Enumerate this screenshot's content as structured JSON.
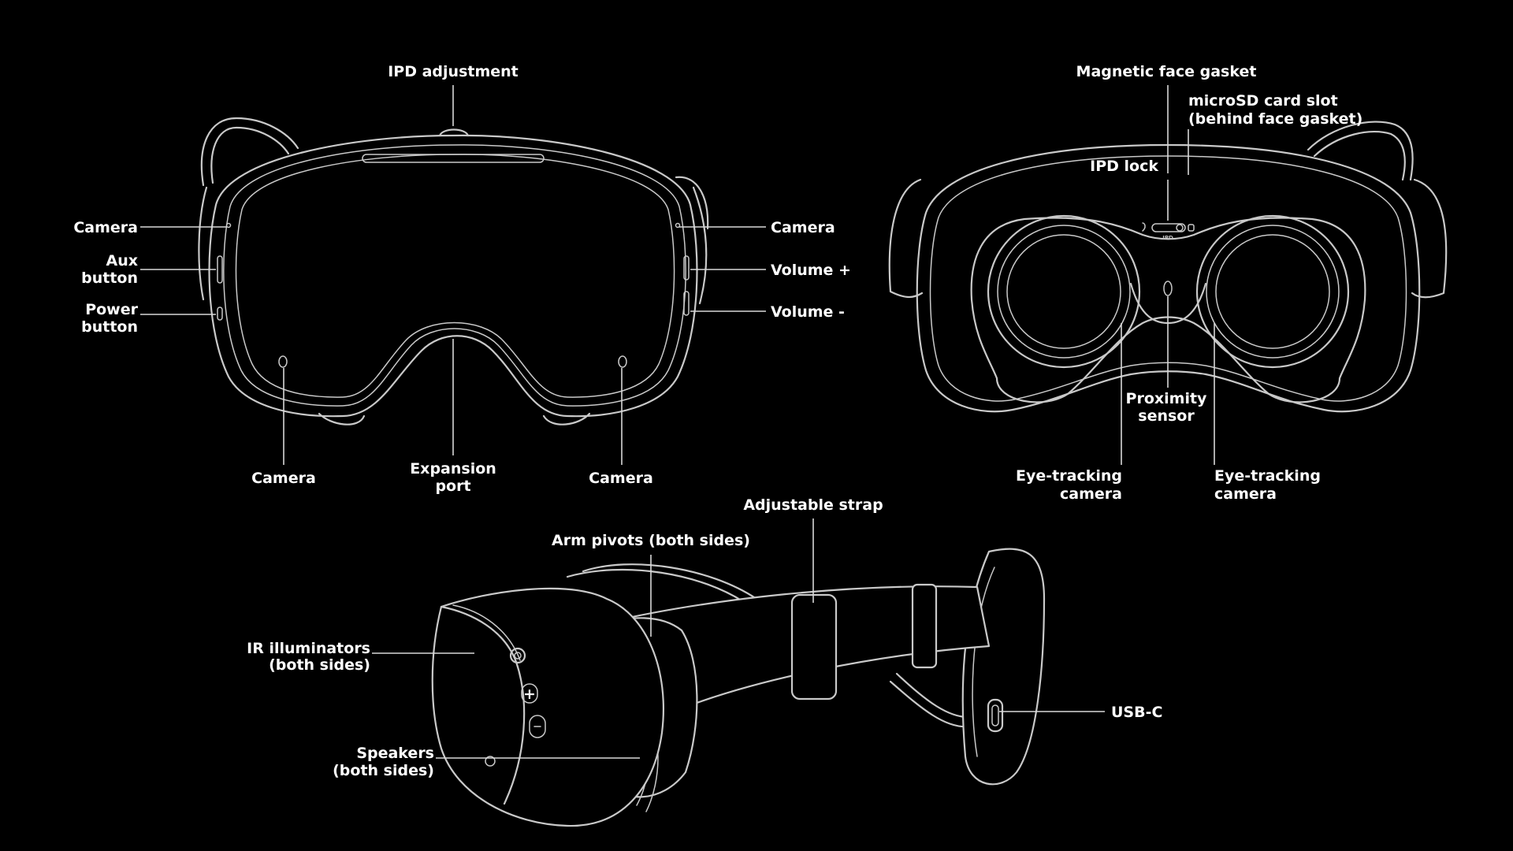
{
  "background_color": "#000000",
  "line_color": "#c9c9c9",
  "label_color": "#ffffff",
  "front_view": {
    "ipd_adjustment": "IPD adjustment",
    "camera_left": "Camera",
    "aux_button": [
      "Aux",
      "button"
    ],
    "power_button": [
      "Power",
      "button"
    ],
    "camera_right": "Camera",
    "volume_up": "Volume +",
    "volume_down": "Volume -",
    "camera_bottom_left": "Camera",
    "expansion_port": [
      "Expansion",
      "port"
    ],
    "camera_bottom_right": "Camera"
  },
  "rear_view": {
    "magnetic_face_gasket": "Magnetic face gasket",
    "microsd_slot": [
      "microSD card slot",
      "(behind face gasket)"
    ],
    "ipd_lock": "IPD lock",
    "ipd_switch_text": "IPD",
    "proximity_sensor": [
      "Proximity",
      "sensor"
    ],
    "eye_tracking_left": [
      "Eye-tracking",
      "camera"
    ],
    "eye_tracking_right": [
      "Eye-tracking",
      "camera"
    ]
  },
  "side_view": {
    "adjustable_strap": "Adjustable strap",
    "arm_pivots": "Arm pivots (both sides)",
    "ir_illuminators": [
      "IR illuminators",
      "(both sides)"
    ],
    "speakers": [
      "Speakers",
      "(both sides)"
    ],
    "usb_c": "USB-C"
  }
}
